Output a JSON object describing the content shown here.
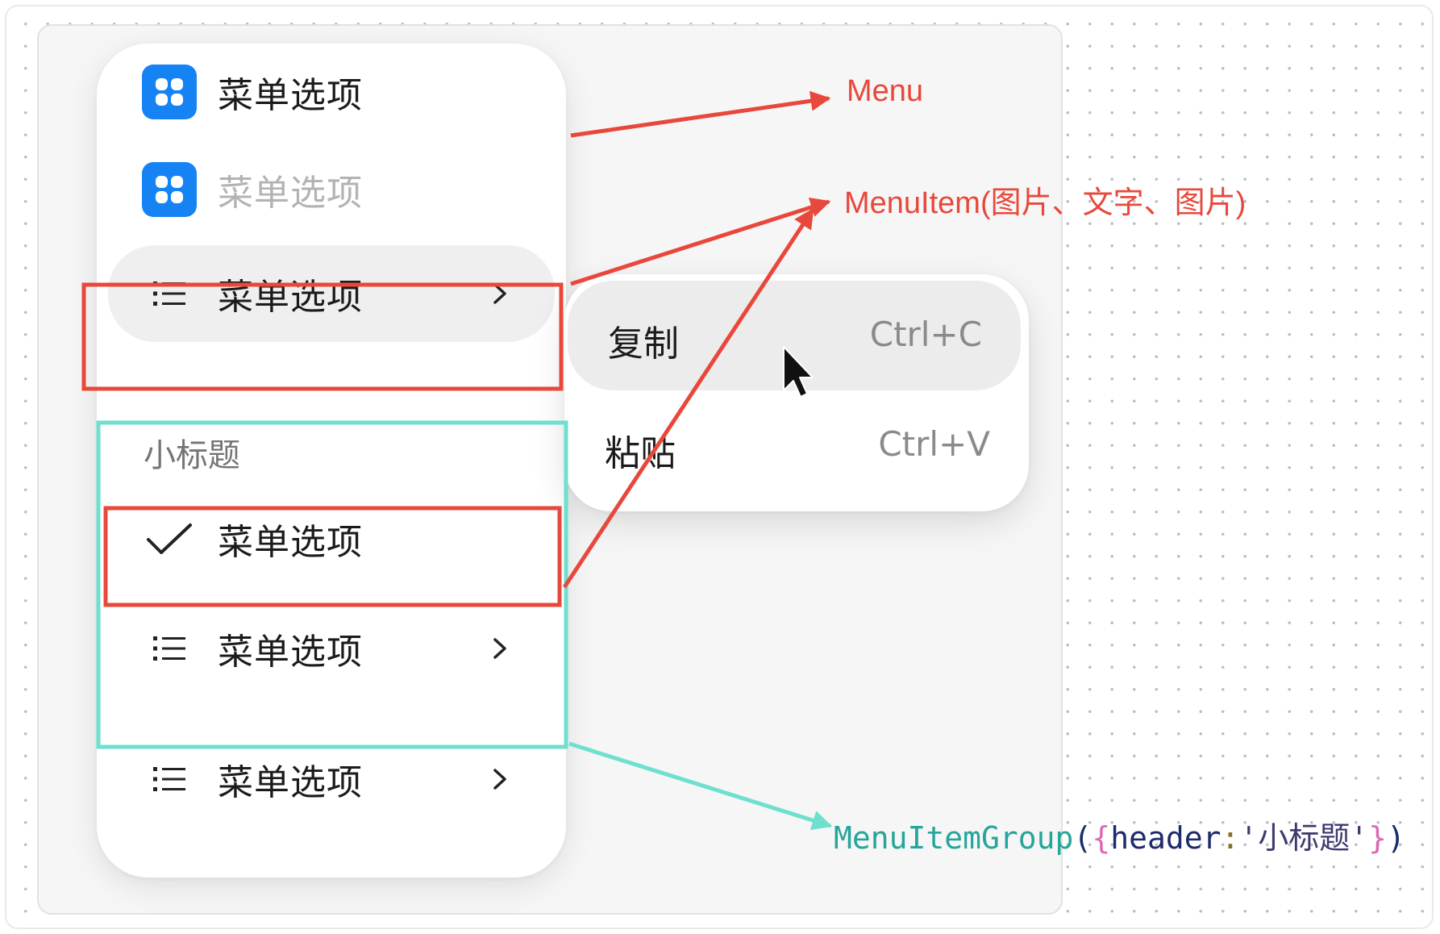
{
  "menu": {
    "items": [
      {
        "label": "菜单选项",
        "leading_icon": "app-grid-icon",
        "state": "normal"
      },
      {
        "label": "菜单选项",
        "leading_icon": "app-grid-icon",
        "state": "disabled"
      },
      {
        "label": "菜单选项",
        "leading_icon": "list-icon",
        "trailing_icon": "chevron-right-icon",
        "state": "hovered"
      }
    ],
    "group": {
      "header": "小标题",
      "items": [
        {
          "label": "菜单选项",
          "leading_icon": "check-icon"
        },
        {
          "label": "菜单选项",
          "leading_icon": "list-icon",
          "trailing_icon": "chevron-right-icon"
        }
      ]
    },
    "last_item": {
      "label": "菜单选项",
      "leading_icon": "list-icon",
      "trailing_icon": "chevron-right-icon"
    }
  },
  "submenu": {
    "items": [
      {
        "label": "复制",
        "shortcut": "Ctrl+C",
        "state": "active"
      },
      {
        "label": "粘贴",
        "shortcut": "Ctrl+V"
      }
    ]
  },
  "annotations": {
    "menu": "Menu",
    "menu_item": "MenuItem(图片、文字、图片)",
    "group_code": {
      "fn": "MenuItemGroup",
      "open_paren": "(",
      "open_brace": "{",
      "key": "header",
      "colon": ":",
      "value": "'小标题'",
      "close_brace": "}",
      "close_paren": ")"
    }
  },
  "colors": {
    "accent_blue": "#1683f5",
    "annotation_red": "#e8483b",
    "annotation_teal": "#6ee0cd"
  }
}
